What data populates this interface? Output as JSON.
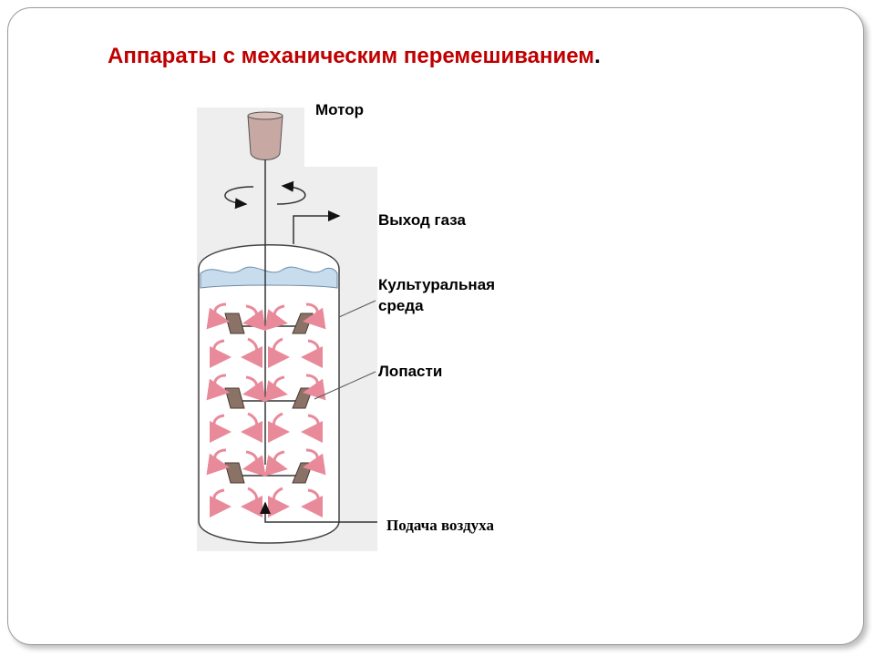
{
  "slide": {
    "title": "Аппараты с механическим перемешиванием",
    "title_end": "."
  },
  "labels": {
    "motor": "Мотор",
    "gas_outlet": "Выход газа",
    "culture_medium_line1": "Культуральная",
    "culture_medium_line2": "среда",
    "blades": "Лопасти",
    "air_supply": "Подача воздуха"
  },
  "colors": {
    "title": "#c00000",
    "arrows": "#e88a9a",
    "blades": "#8a7266",
    "motor": "#c8a8a2"
  }
}
